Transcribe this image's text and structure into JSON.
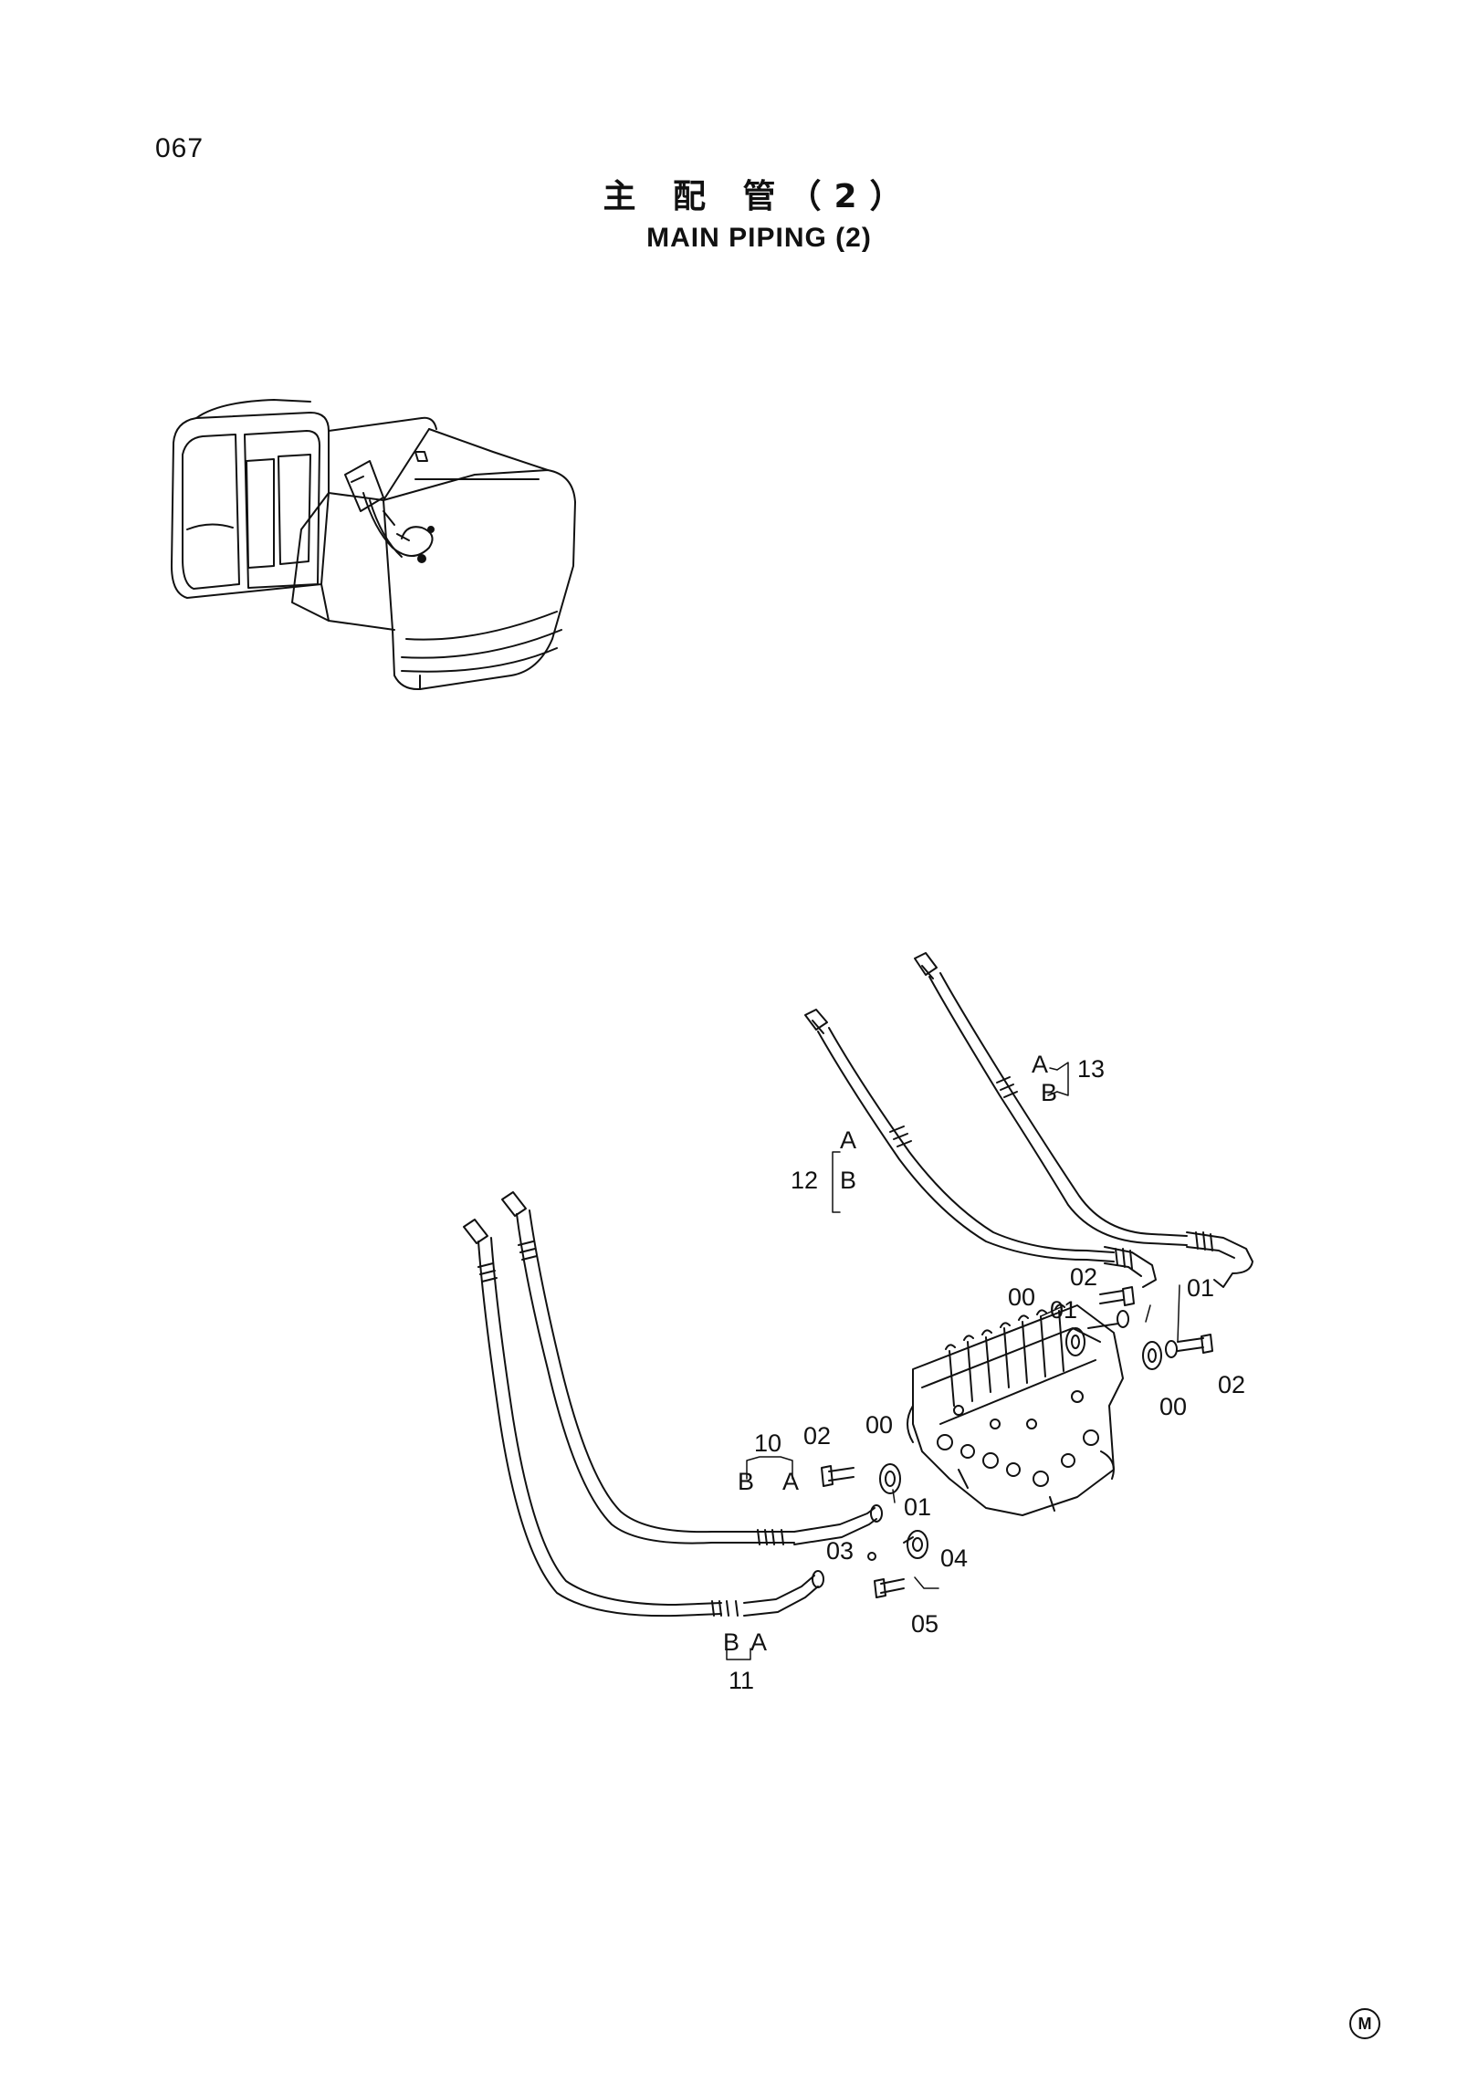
{
  "page": {
    "number": "067",
    "title_cjk": "主 配 管（2）",
    "title_en": "MAIN PIPING (2)",
    "corner_mark": "M"
  },
  "callouts": {
    "c10": "10",
    "c10_b": "B",
    "c10_a": "A",
    "c11": "11",
    "c11_b": "B",
    "c11_a": "A",
    "c12": "12",
    "c12_a": "A",
    "c12_b": "B",
    "c13": "13",
    "c13_a": "A",
    "c13_b": "B",
    "c00_left": "00",
    "c01_left": "01",
    "c02_left": "02",
    "c03": "03",
    "c04": "04",
    "c05": "05",
    "c00_top": "00",
    "c01_top": "01",
    "c02_top": "02",
    "c01_right": "01",
    "c00_right": "00",
    "c02_right": "02"
  }
}
